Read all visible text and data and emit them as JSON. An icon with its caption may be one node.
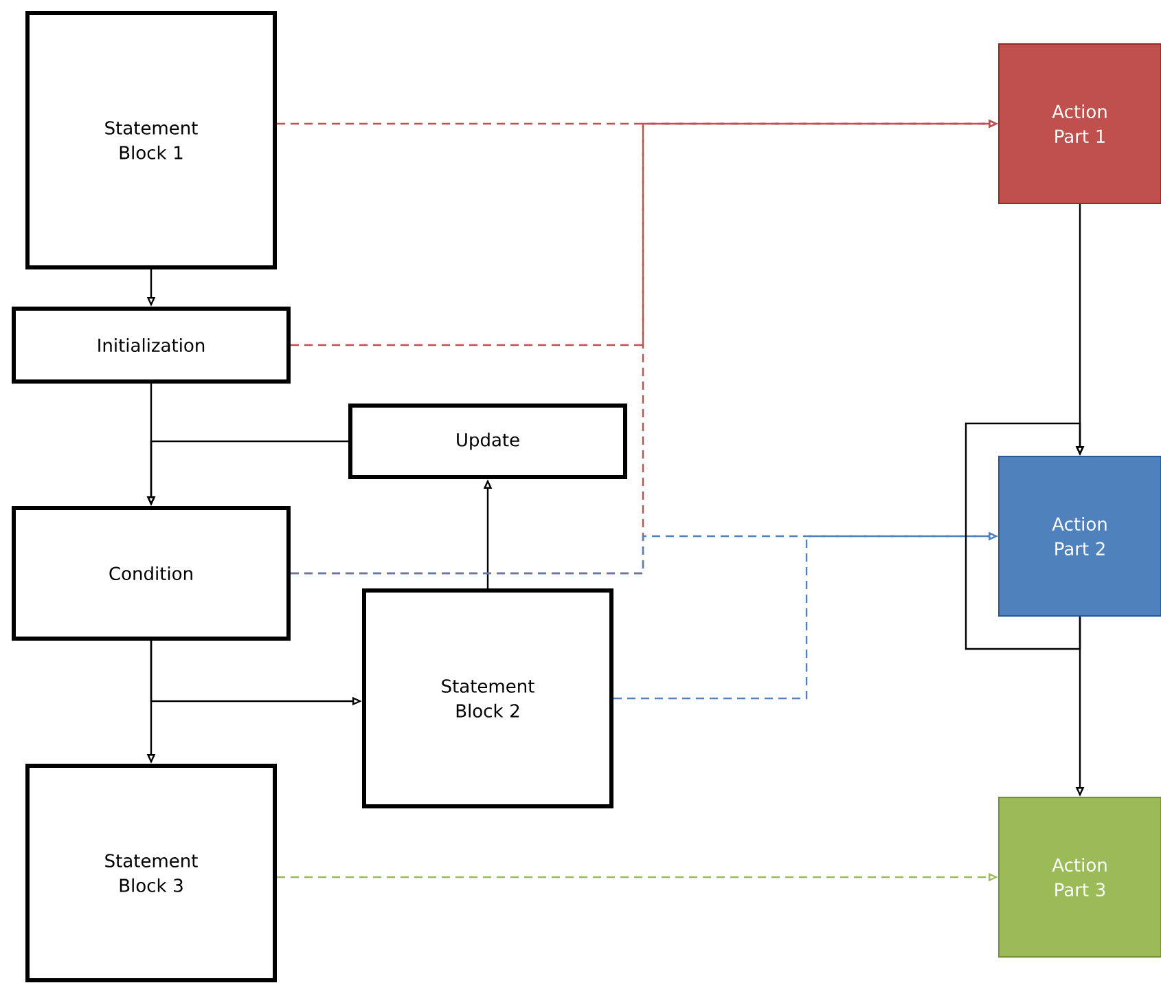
{
  "diagram": {
    "nodes": [
      {
        "text": [
          "Statement Block 1"
        ]
      },
      {
        "text": [
          "Initialization"
        ]
      },
      {
        "text": [
          "Update"
        ]
      },
      {
        "text": [
          "Condition"
        ]
      },
      {
        "text": [
          "Statement Block 2"
        ]
      },
      {
        "text": [
          "Statement Block 3"
        ]
      },
      {
        "text": [
          "Action Part 1"
        ]
      },
      {
        "text": [
          "Action Part 2"
        ]
      },
      {
        "text": [
          "Action Part 3"
        ]
      }
    ],
    "edges": [
      {
        "from": 0,
        "to": 1,
        "arrow": "to"
      },
      {
        "from": 1,
        "to": 3,
        "arrow": "to"
      },
      {
        "from": 2,
        "to": 3,
        "arrow": "to"
      },
      {
        "from": 4,
        "to": 2,
        "arrow": "to"
      },
      {
        "from": 3,
        "to": 4,
        "arrow": "to"
      },
      {
        "from": 3,
        "to": 5,
        "arrow": "to"
      },
      {
        "from": 0,
        "to": 6,
        "arrow": "to",
        "style": "dashed",
        "color": "#c0504d"
      },
      {
        "from": 1,
        "to": 6,
        "arrow": "to",
        "style": "dashed",
        "color": "#c0504d"
      },
      {
        "from": 3,
        "to": 6,
        "arrow": "to",
        "style": "dashed",
        "color": "#c0504d"
      },
      {
        "from": 3,
        "to": 7,
        "arrow": "to",
        "style": "dashed",
        "color": "#4f81bd"
      },
      {
        "from": 4,
        "to": 7,
        "arrow": "to",
        "style": "dashed",
        "color": "#4f81bd"
      },
      {
        "from": 5,
        "to": 8,
        "arrow": "to",
        "style": "dashed",
        "color": "#9bbb59"
      },
      {
        "from": 6,
        "to": 7,
        "arrow": "to"
      },
      {
        "from": 7,
        "to": 7,
        "arrow": "to"
      },
      {
        "from": 7,
        "to": 8,
        "arrow": "to"
      }
    ]
  }
}
